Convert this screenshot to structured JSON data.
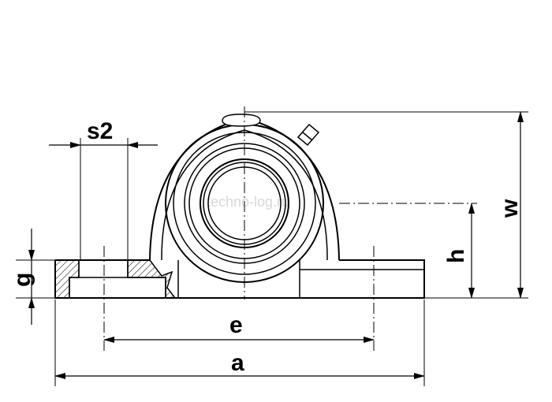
{
  "diagram": {
    "labels": {
      "s2": "s2",
      "e": "e",
      "a": "a",
      "g": "g",
      "h": "h",
      "w": "w"
    },
    "watermark": "techno-log.ru",
    "colors": {
      "line": "#000000",
      "background": "#ffffff",
      "watermark": "#d8d8d8"
    }
  }
}
